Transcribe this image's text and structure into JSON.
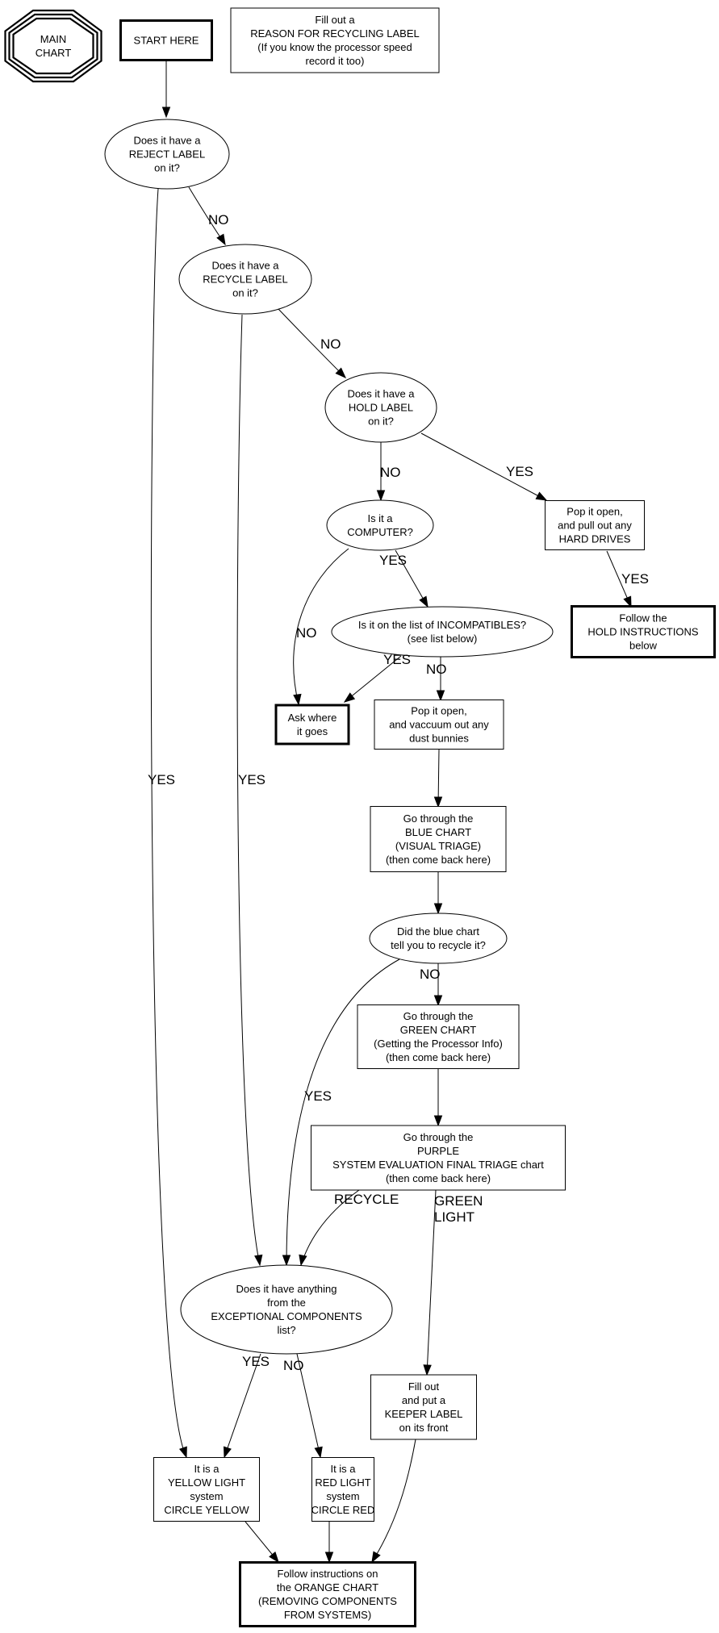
{
  "title": "MAIN CHART",
  "nodes": {
    "main_chart": {
      "lines": [
        "MAIN",
        "CHART"
      ]
    },
    "start": {
      "lines": [
        "START HERE"
      ]
    },
    "reason_label": {
      "lines": [
        "Fill out a",
        "REASON FOR RECYCLING LABEL",
        "(If you know the processor speed",
        "record it too)"
      ]
    },
    "reject_q": {
      "lines": [
        "Does it have a",
        "REJECT LABEL",
        "on it?"
      ]
    },
    "recycle_q": {
      "lines": [
        "Does it have a",
        "RECYCLE LABEL",
        "on it?"
      ]
    },
    "hold_q": {
      "lines": [
        "Does it have a",
        "HOLD LABEL",
        "on it?"
      ]
    },
    "computer_q": {
      "lines": [
        "Is it a",
        "COMPUTER?"
      ]
    },
    "hard_drives": {
      "lines": [
        "Pop it open,",
        "and pull out any",
        "HARD DRIVES"
      ]
    },
    "hold_instructions": {
      "lines": [
        "Follow the",
        "HOLD INSTRUCTIONS",
        "below"
      ]
    },
    "incompatibles_q": {
      "lines": [
        "Is it on the list of INCOMPATIBLES?",
        "(see list below)"
      ]
    },
    "ask_where": {
      "lines": [
        "Ask where",
        "it goes"
      ]
    },
    "vacuum": {
      "lines": [
        "Pop it open,",
        "and vaccuum out any",
        "dust bunnies"
      ]
    },
    "blue_chart": {
      "lines": [
        "Go through the",
        "BLUE CHART",
        "(VISUAL TRIAGE)",
        "(then come back here)"
      ]
    },
    "blue_recycle_q": {
      "lines": [
        "Did the blue chart",
        "tell you to recycle it?"
      ]
    },
    "green_chart": {
      "lines": [
        "Go through the",
        "GREEN CHART",
        "(Getting the Processor Info)",
        "(then come back here)"
      ]
    },
    "purple_chart": {
      "lines": [
        "Go through the",
        "PURPLE",
        "SYSTEM EVALUATION FINAL TRIAGE chart",
        "(then come back here)"
      ]
    },
    "exceptional_q": {
      "lines": [
        "Does it have anything",
        "from the",
        "EXCEPTIONAL COMPONENTS",
        "list?"
      ]
    },
    "keeper_label": {
      "lines": [
        "Fill out",
        "and put a",
        "KEEPER LABEL",
        "on its front"
      ]
    },
    "yellow_light": {
      "lines": [
        "It is a",
        "YELLOW LIGHT",
        "system",
        "CIRCLE YELLOW"
      ]
    },
    "red_light": {
      "lines": [
        "It is a",
        "RED LIGHT",
        "system",
        "CIRCLE RED"
      ]
    },
    "orange_chart": {
      "lines": [
        "Follow instructions on",
        "the ORANGE CHART",
        "(REMOVING COMPONENTS",
        "FROM SYSTEMS)"
      ]
    }
  },
  "edges": [
    {
      "from": "start",
      "to": "reject_q",
      "label": ""
    },
    {
      "from": "reject_q",
      "to": "recycle_q",
      "label": "NO"
    },
    {
      "from": "reject_q",
      "to": "yellow_light",
      "label": "YES"
    },
    {
      "from": "recycle_q",
      "to": "hold_q",
      "label": "NO"
    },
    {
      "from": "recycle_q",
      "to": "exceptional_q",
      "label": "YES"
    },
    {
      "from": "hold_q",
      "to": "computer_q",
      "label": "NO"
    },
    {
      "from": "hold_q",
      "to": "hard_drives",
      "label": "YES"
    },
    {
      "from": "hard_drives",
      "to": "hold_instructions",
      "label": "YES"
    },
    {
      "from": "computer_q",
      "to": "incompatibles_q",
      "label": "YES"
    },
    {
      "from": "computer_q",
      "to": "ask_where",
      "label": "NO"
    },
    {
      "from": "incompatibles_q",
      "to": "ask_where",
      "label": "YES"
    },
    {
      "from": "incompatibles_q",
      "to": "vacuum",
      "label": "NO"
    },
    {
      "from": "vacuum",
      "to": "blue_chart",
      "label": ""
    },
    {
      "from": "blue_chart",
      "to": "blue_recycle_q",
      "label": ""
    },
    {
      "from": "blue_recycle_q",
      "to": "green_chart",
      "label": "NO"
    },
    {
      "from": "blue_recycle_q",
      "to": "exceptional_q",
      "label": "YES"
    },
    {
      "from": "green_chart",
      "to": "purple_chart",
      "label": ""
    },
    {
      "from": "purple_chart",
      "to": "exceptional_q",
      "label": "RECYCLE"
    },
    {
      "from": "purple_chart",
      "to": "keeper_label",
      "label": "GREEN LIGHT"
    },
    {
      "from": "exceptional_q",
      "to": "yellow_light",
      "label": "YES"
    },
    {
      "from": "exceptional_q",
      "to": "red_light",
      "label": "NO"
    },
    {
      "from": "yellow_light",
      "to": "orange_chart",
      "label": ""
    },
    {
      "from": "red_light",
      "to": "orange_chart",
      "label": ""
    },
    {
      "from": "keeper_label",
      "to": "orange_chart",
      "label": ""
    }
  ]
}
